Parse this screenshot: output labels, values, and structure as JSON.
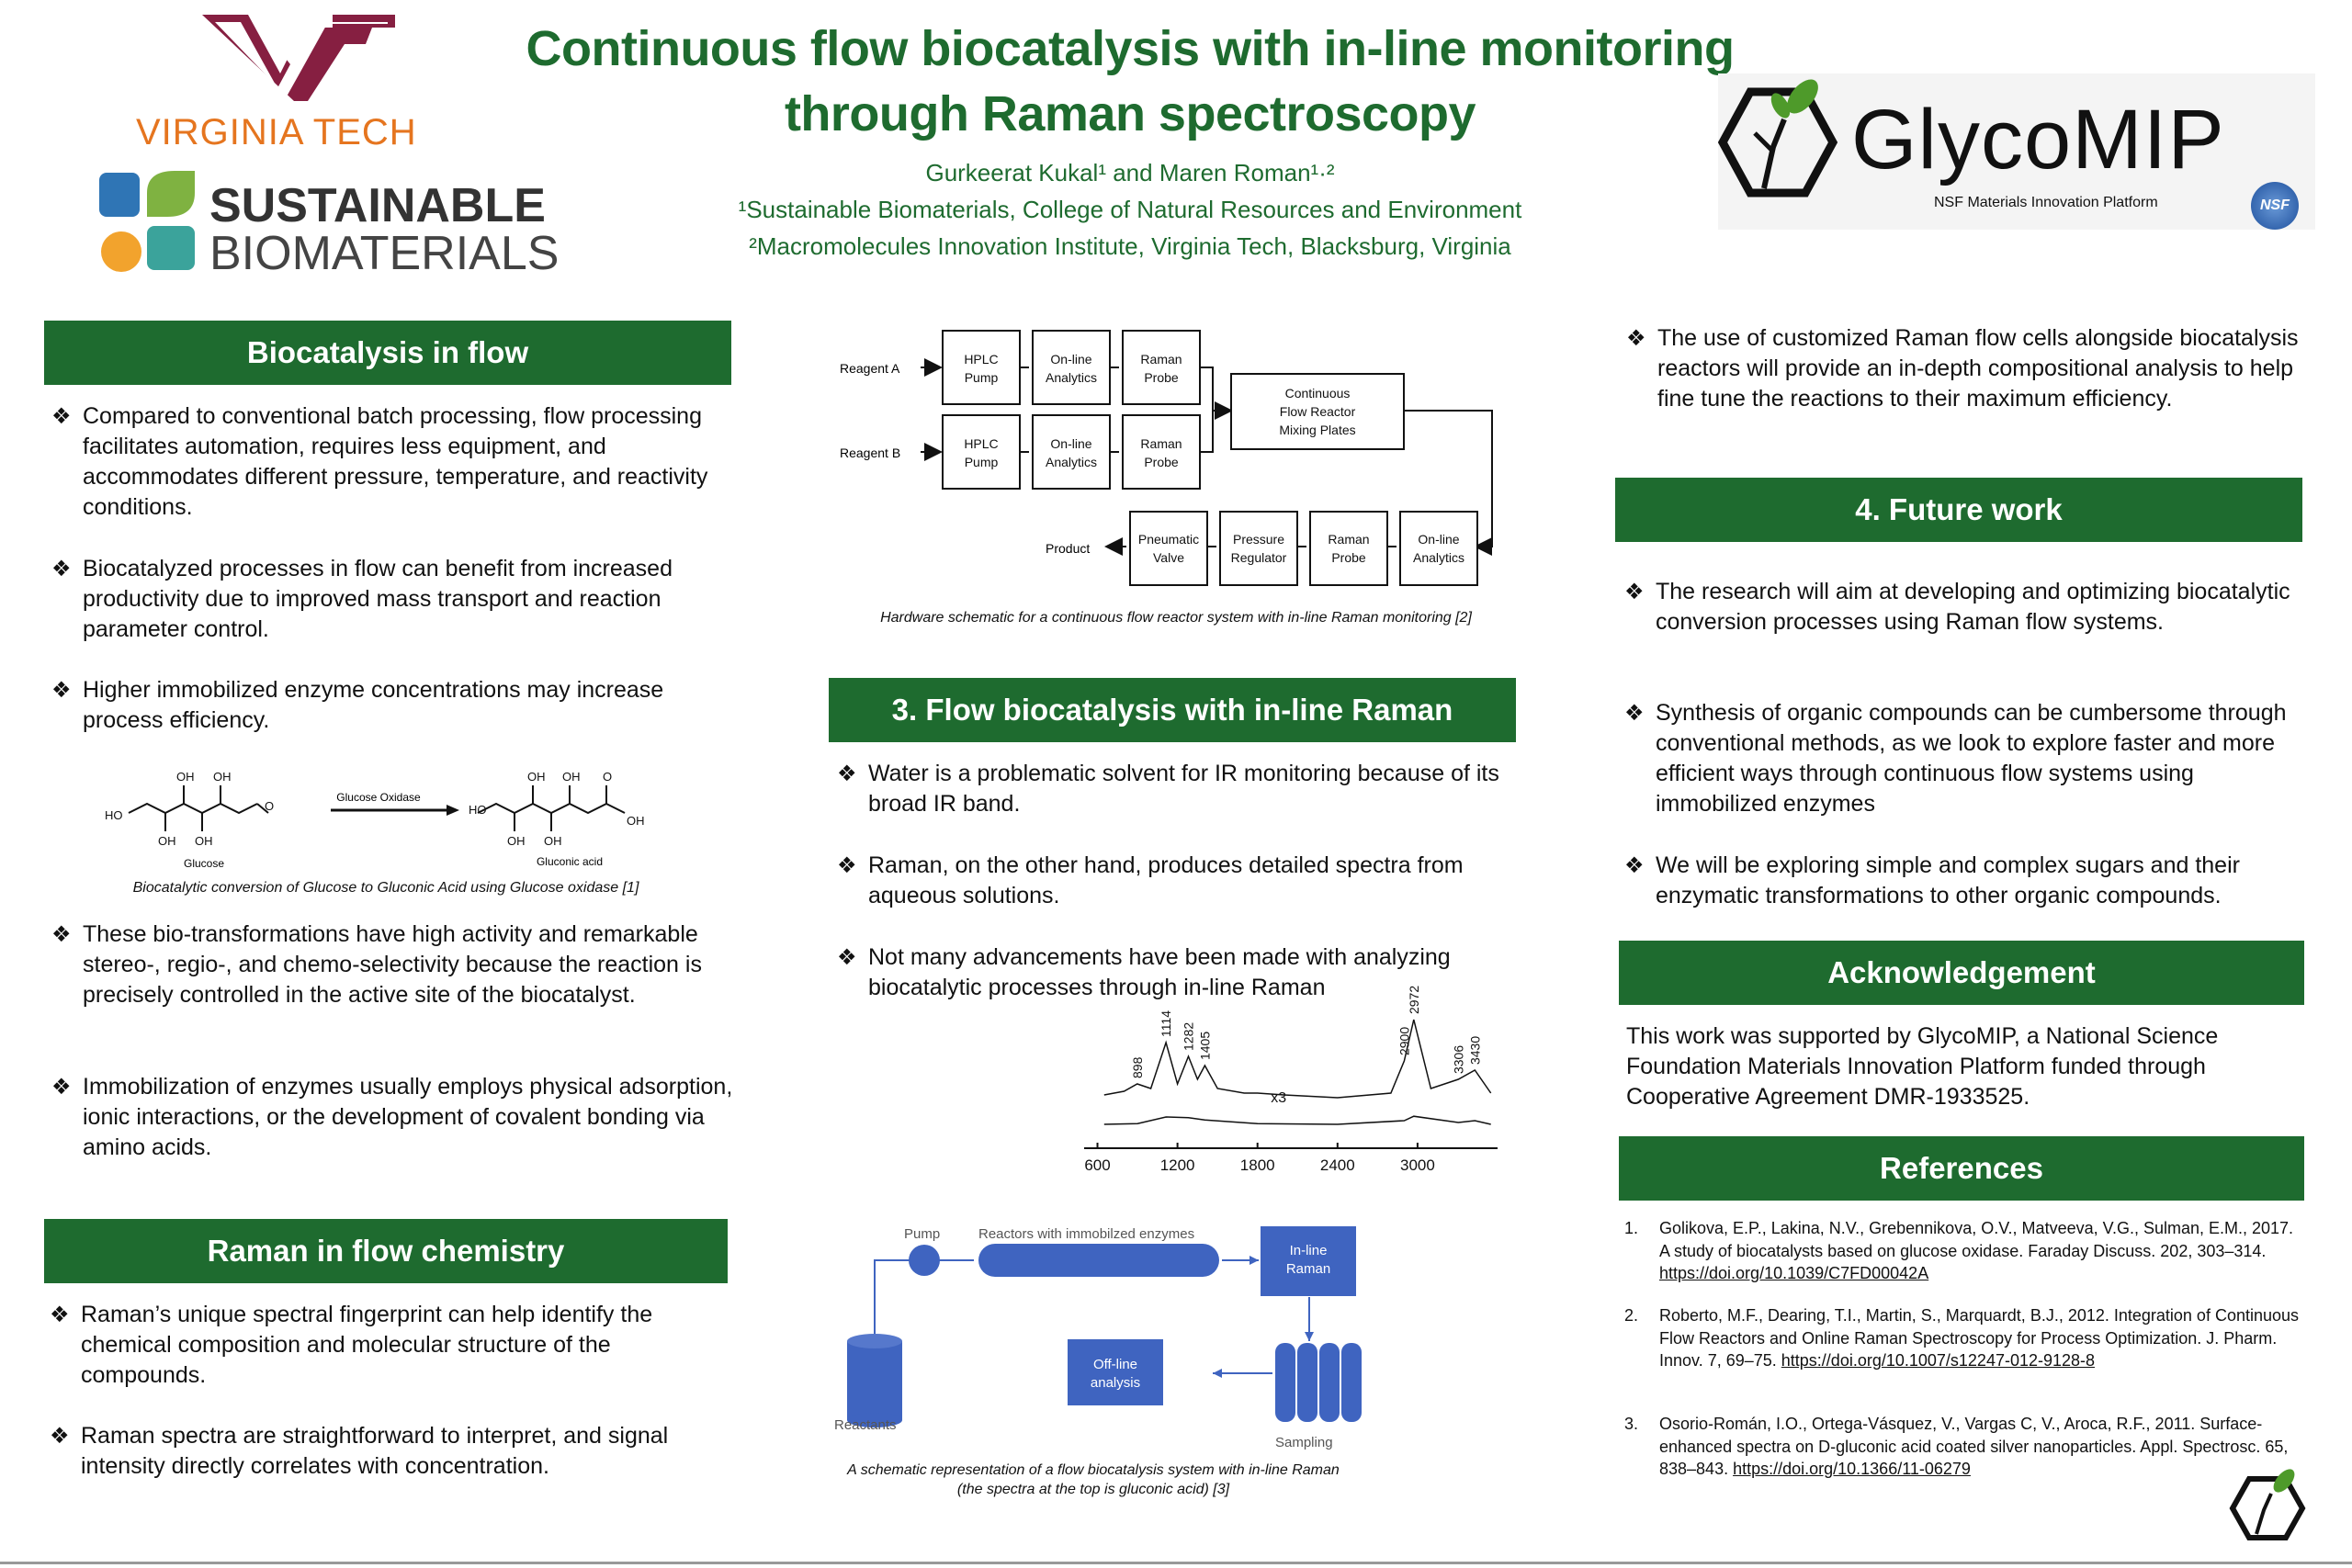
{
  "header": {
    "title_line1": "Continuous flow biocatalysis with in-line monitoring",
    "title_line2": "through Raman spectroscopy",
    "authors": "Gurkeerat Kukal¹ and Maren Roman¹·²",
    "affiliation1": "¹Sustainable Biomaterials, College of Natural Resources and Environment",
    "affiliation2": "²Macromolecules Innovation Institute, Virginia Tech, Blacksburg, Virginia",
    "vt_logo_text": "VIRGINIA TECH",
    "sb_logo_line1": "SUSTAINABLE",
    "sb_logo_line2": "BIOMATERIALS",
    "glycomip_name": "GlycoMIP",
    "glycomip_tag": "NSF Materials Innovation Platform",
    "nsf_badge": "NSF"
  },
  "left": {
    "sec1_title": "Biocatalysis in flow",
    "sec1_b1": "Compared to conventional batch processing, flow processing facilitates automation, requires less equipment, and accommodates different pressure, temperature, and reactivity conditions.",
    "sec1_b2": "Biocatalyzed processes in flow can benefit from increased productivity due to improved mass transport and reaction parameter control.",
    "sec1_b3": "Higher immobilized enzyme concentrations may increase process efficiency.",
    "reaction_caption": "Biocatalytic conversion of Glucose to Gluconic Acid using Glucose oxidase [1]",
    "reaction_enzyme": "Glucose Oxidase",
    "reaction_reactant": "Glucose",
    "reaction_product": "Gluconic acid",
    "sec1_b4": "These bio-transformations have high activity and remarkable stereo-, regio-, and chemo-selectivity because the reaction is precisely controlled in the active site of the biocatalyst.",
    "sec1_b5": "Immobilization of enzymes usually employs physical adsorption, ionic interactions, or the development of covalent bonding via amino acids.",
    "sec2_title": "Raman in flow chemistry",
    "sec2_b1": "Raman’s unique spectral fingerprint can help identify the chemical composition and molecular structure of the compounds.",
    "sec2_b2": "Raman spectra are straightforward to interpret, and signal intensity directly correlates with concentration."
  },
  "middle": {
    "hw": {
      "reagent_a": "Reagent A",
      "reagent_b": "Reagent B",
      "hplc1": "HPLC",
      "pump1": "Pump",
      "online1a": "On-line",
      "online1b": "Analytics",
      "raman1a": "Raman",
      "raman1b": "Probe",
      "hplc2": "HPLC",
      "pump2": "Pump",
      "online2a": "On-line",
      "online2b": "Analytics",
      "raman2a": "Raman",
      "raman2b": "Probe",
      "cfr1": "Continuous",
      "cfr2": "Flow Reactor",
      "cfr3": "Mixing Plates",
      "product": "Product",
      "pv1": "Pneumatic",
      "pv2": "Valve",
      "pr1": "Pressure",
      "pr2": "Regulator",
      "rp1": "Raman",
      "rp2": "Probe",
      "oa1": "On-line",
      "oa2": "Analytics"
    },
    "hw_caption": "Hardware schematic for a continuous flow reactor system with in-line Raman monitoring [2]",
    "sec3_title": "3. Flow biocatalysis with in-line Raman",
    "sec3_b1": "Water is a problematic solvent for IR monitoring because of its broad IR band.",
    "sec3_b2": "Raman, on the other hand, produces detailed spectra from aqueous solutions.",
    "sec3_b3": "Not many advancements have been made with analyzing biocatalytic processes through in-line Raman",
    "schem": {
      "pump": "Pump",
      "reactors": "Reactors with immobilzed enzymes",
      "inline1": "In-line",
      "inline2": "Raman",
      "offline1": "Off-line",
      "offline2": "analysis",
      "reactants": "Reactants",
      "sampling": "Sampling"
    },
    "schem_caption1": "A schematic representation of a flow biocatalysis system with in-line Raman",
    "schem_caption2": "(the spectra at the top is gluconic acid) [3]"
  },
  "chart_data": {
    "type": "line",
    "title": "",
    "xlabel": "",
    "ylabel": "",
    "xlim": [
      500,
      3600
    ],
    "x_ticks": [
      "600",
      "1200",
      "1800",
      "2400",
      "3000"
    ],
    "peak_labels": [
      "1114",
      "1282",
      "1405",
      "898",
      "2900",
      "2972",
      "3306",
      "3430"
    ],
    "scale_annotation": "x3",
    "series": [
      {
        "values": [
          [
            650,
            0.18
          ],
          [
            800,
            0.22
          ],
          [
            898,
            0.3
          ],
          [
            1000,
            0.25
          ],
          [
            1114,
            0.75
          ],
          [
            1200,
            0.3
          ],
          [
            1282,
            0.6
          ],
          [
            1350,
            0.35
          ],
          [
            1405,
            0.5
          ],
          [
            1500,
            0.25
          ],
          [
            1700,
            0.2
          ],
          [
            1800,
            0.2
          ],
          [
            2000,
            0.18
          ],
          [
            2400,
            0.15
          ],
          [
            2800,
            0.2
          ],
          [
            2900,
            0.55
          ],
          [
            2972,
            1.0
          ],
          [
            3100,
            0.25
          ],
          [
            3306,
            0.35
          ],
          [
            3430,
            0.45
          ],
          [
            3550,
            0.2
          ]
        ]
      },
      {
        "values": [
          [
            650,
            0.1
          ],
          [
            900,
            0.12
          ],
          [
            1114,
            0.3
          ],
          [
            1282,
            0.28
          ],
          [
            1405,
            0.22
          ],
          [
            1800,
            0.12
          ],
          [
            2400,
            0.1
          ],
          [
            2900,
            0.2
          ],
          [
            2972,
            0.32
          ],
          [
            3306,
            0.15
          ],
          [
            3430,
            0.2
          ],
          [
            3550,
            0.1
          ]
        ]
      }
    ]
  },
  "right": {
    "intro": "The use of customized Raman flow cells alongside biocatalysis reactors will provide an in-depth compositional analysis to help fine tune the reactions to their maximum efficiency.",
    "sec4_title": "4. Future work",
    "sec4_b1": "The research will aim at developing and optimizing biocatalytic conversion processes using Raman flow systems.",
    "sec4_b2": "Synthesis of organic compounds can be cumbersome through conventional methods, as we look to explore faster and more efficient ways through continuous flow systems using immobilized enzymes",
    "sec4_b3": "We will be exploring simple and complex sugars and their enzymatic transformations to other organic compounds.",
    "ack_title": "Acknowledgement",
    "ack_text": "This work was supported by GlycoMIP, a National Science Foundation Materials Innovation Platform funded through Cooperative Agreement DMR-1933525.",
    "ref_title": "References",
    "refs": [
      {
        "num": "1.",
        "text": "Golikova, E.P., Lakina, N.V., Grebennikova, O.V., Matveeva, V.G., Sulman, E.M., 2017. A study of biocatalysts based on glucose oxidase. Faraday Discuss. 202, 303–314. ",
        "link": "https://doi.org/10.1039/C7FD00042A"
      },
      {
        "num": "2.",
        "text": "Roberto, M.F., Dearing, T.I., Martin, S., Marquardt, B.J., 2012. Integration of Continuous Flow Reactors and Online Raman Spectroscopy for Process Optimization. J. Pharm. Innov. 7, 69–75. ",
        "link": "https://doi.org/10.1007/s12247-012-9128-8"
      },
      {
        "num": "3.",
        "text": "Osorio-Román, I.O., Ortega-Vásquez, V., Vargas C, V., Aroca, R.F., 2011. Surface-enhanced spectra on D-gluconic acid coated silver nanoparticles. Appl. Spectrosc. 65, 838–843. ",
        "link": "https://doi.org/10.1366/11-06279"
      }
    ]
  },
  "bullet_marker": "❖",
  "colors": {
    "green": "#1e6b2f",
    "vt_maroon": "#861f41",
    "vt_orange": "#e5751f",
    "schematic_blue": "#3f64c0"
  }
}
